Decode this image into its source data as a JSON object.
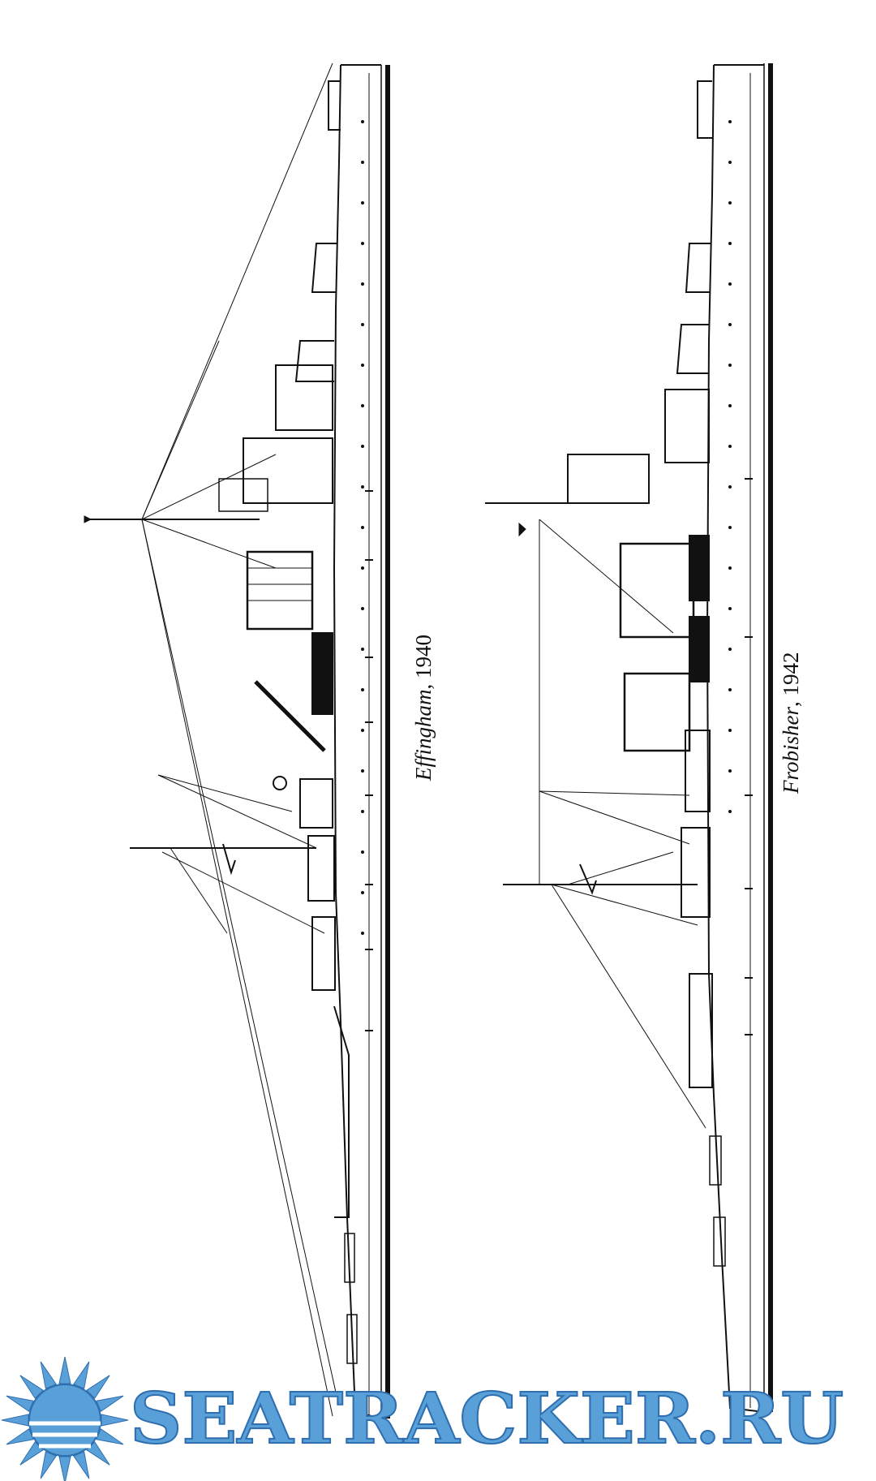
{
  "drawings": [
    {
      "ship_name": "Effingham",
      "year_text": ", 1940",
      "hull_color": "#111111"
    },
    {
      "ship_name": "Frobisher",
      "year_text": ", 1942",
      "hull_color": "#111111"
    }
  ],
  "watermark": {
    "text": "SEATRACKER.RU",
    "icon": "sun-icon",
    "color": "#5aa0d8",
    "outline_color": "#2f6fb0"
  }
}
